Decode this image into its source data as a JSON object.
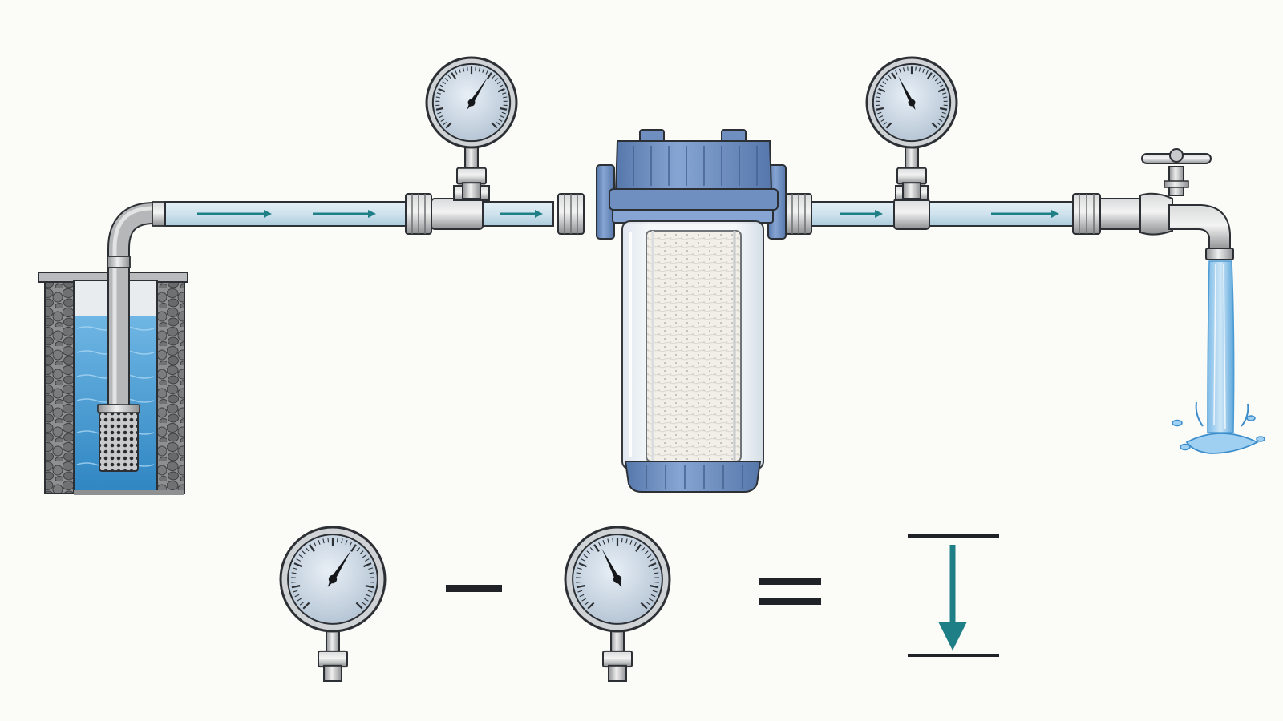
{
  "diagram": {
    "components": [
      {
        "id": "well",
        "icon": "well-icon"
      },
      {
        "id": "pipe",
        "icon": "pipe-icon"
      },
      {
        "id": "inlet-gauge",
        "icon": "pressure-gauge-icon"
      },
      {
        "id": "filter-housing",
        "icon": "cartridge-filter-icon"
      },
      {
        "id": "outlet-gauge",
        "icon": "pressure-gauge-icon"
      },
      {
        "id": "faucet",
        "icon": "faucet-icon"
      }
    ],
    "gauges": {
      "inlet_reading": 0.62,
      "outlet_reading": 0.4
    },
    "flow_direction": "left-to-right",
    "equation": {
      "operator_minus": "minus-sign-icon",
      "operator_equals": "equals-sign-icon",
      "result": "pressure-drop-arrow-icon"
    },
    "colors": {
      "background": "#fbfbf8",
      "pipe": "#c7dde8",
      "metal": "#a7a9aa",
      "filter_cap": "#6e8fc0",
      "water": "#4a9cd2",
      "arrow": "#1f7f86",
      "gauge_face": "#c8d6e3",
      "outline": "#2c2f33"
    }
  }
}
